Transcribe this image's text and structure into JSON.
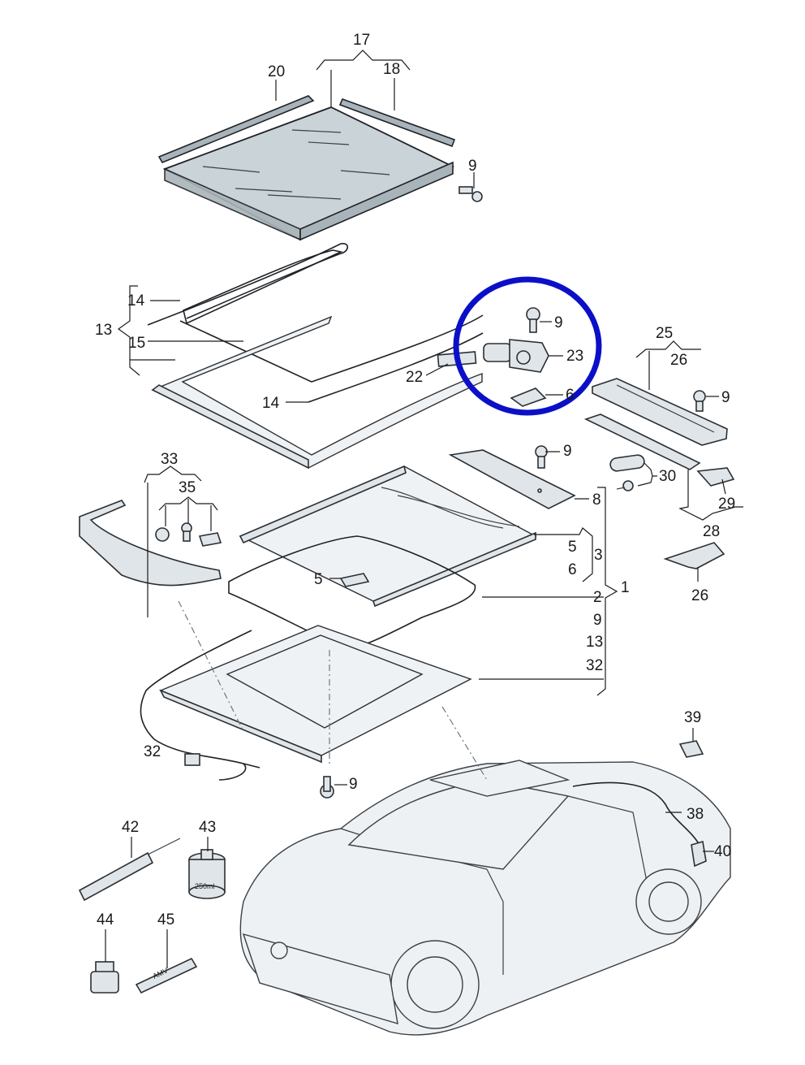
{
  "callouts": {
    "c17": "17",
    "c20": "20",
    "c18": "18",
    "c9_glass": "9",
    "c14_top": "14",
    "c13": "13",
    "c15": "15",
    "c14_bottom": "14",
    "c22": "22",
    "c9_motor": "9",
    "c23": "23",
    "c6_motor": "6",
    "c25": "25",
    "c26_top": "26",
    "c9_rail": "9",
    "c9_panel": "9",
    "c8": "8",
    "c30": "30",
    "c29": "29",
    "c28": "28",
    "c26_bottom": "26",
    "c33": "33",
    "c35": "35",
    "c5_frame": "5",
    "c3": "3",
    "c6_frame": "6",
    "c5_clip": "5",
    "c2": "2",
    "c1": "1",
    "c9_list": "9",
    "c13_list": "13",
    "c32_list": "32",
    "c32": "32",
    "c9_bottom": "9",
    "c39": "39",
    "c38": "38",
    "c40": "40",
    "c42": "42",
    "c43": "43",
    "c44": "44",
    "c45": "45"
  },
  "product_labels": {
    "can_volume": "250ml",
    "tube_text": "AMV"
  },
  "highlight": {
    "color": "#0b10c8",
    "encircled_parts": [
      "9",
      "23",
      "6"
    ]
  }
}
